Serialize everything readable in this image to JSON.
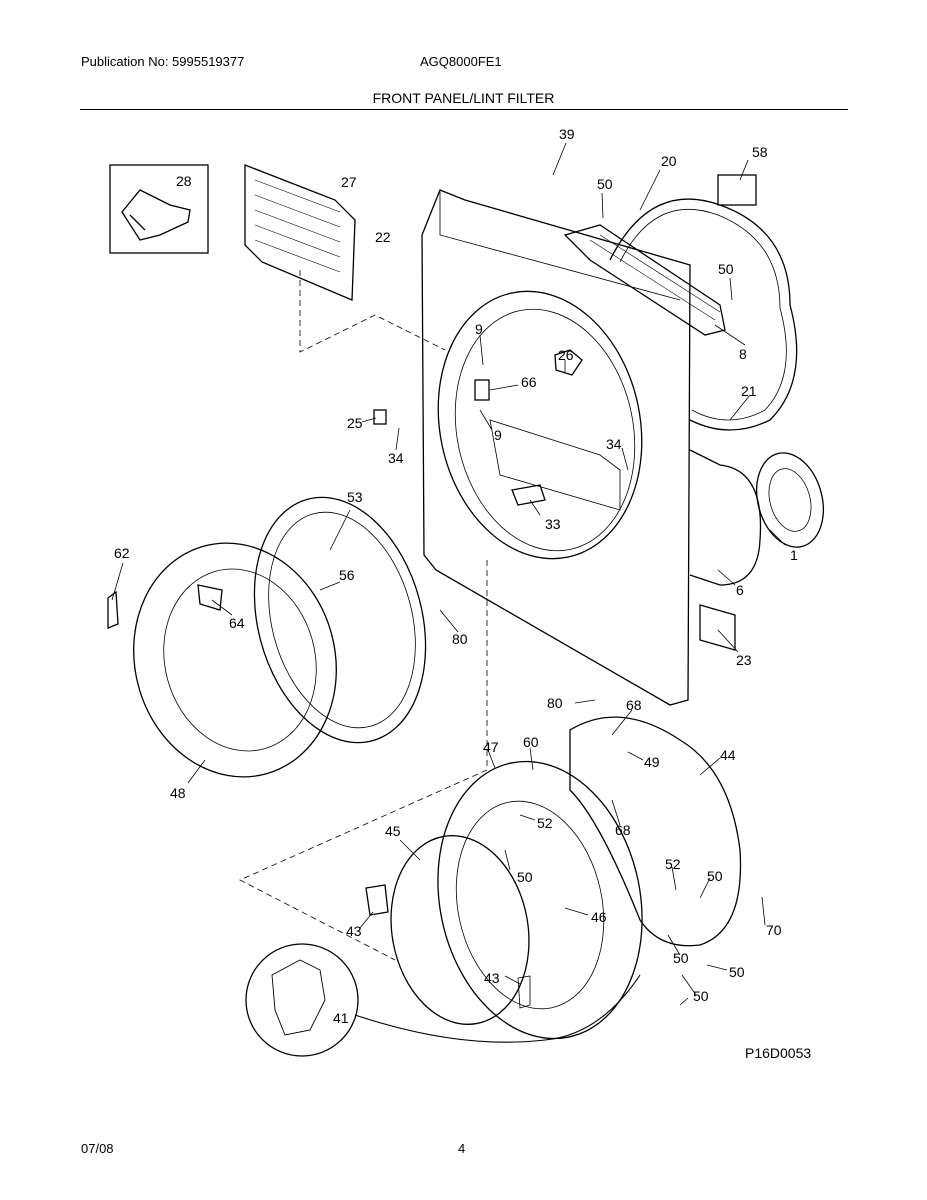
{
  "header": {
    "publication": "Publication No: 5995519377",
    "model": "AGQ8000FE1",
    "section_title": "FRONT PANEL/LINT FILTER"
  },
  "diagram": {
    "callouts": [
      "28",
      "27",
      "22",
      "39",
      "50",
      "20",
      "58",
      "50",
      "8",
      "9",
      "26",
      "66",
      "21",
      "25",
      "9",
      "34",
      "34",
      "53",
      "33",
      "62",
      "56",
      "1",
      "6",
      "64",
      "80",
      "23",
      "80",
      "68",
      "48",
      "47",
      "60",
      "49",
      "44",
      "52",
      "45",
      "68",
      "50",
      "52",
      "50",
      "43",
      "46",
      "70",
      "50",
      "43",
      "50",
      "41",
      "50"
    ],
    "figure_code": "P16D0053"
  },
  "footer": {
    "date": "07/08",
    "page": "4"
  }
}
